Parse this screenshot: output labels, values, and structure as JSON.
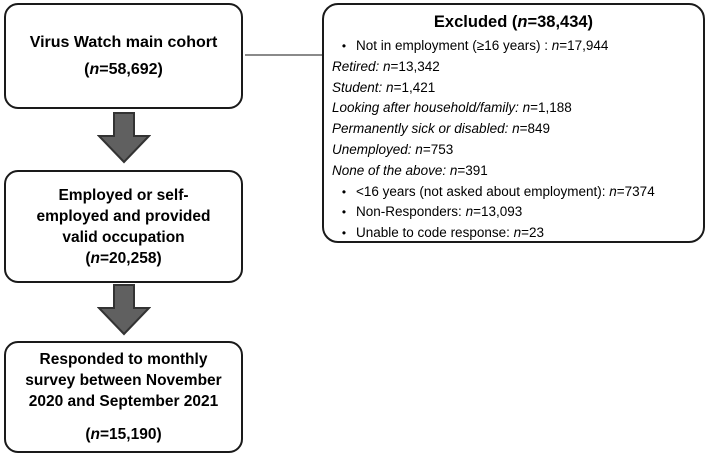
{
  "box1": {
    "title": "Virus Watch main cohort",
    "n_open": "(",
    "n": "n",
    "n_rest": "=58,692)"
  },
  "box2": {
    "line1": "Employed or self-",
    "line2": "employed and provided",
    "line3": "valid occupation",
    "n_open": "(",
    "n": "n",
    "n_rest": "=20,258)"
  },
  "box3": {
    "line1": "Responded to monthly",
    "line2": "survey between November",
    "line3": "2020 and September 2021",
    "n_open": "(",
    "n": "n",
    "n_rest": "=15,190)"
  },
  "excluded": {
    "title_prefix": "Excluded (",
    "title_n": "n",
    "title_suffix": "=38,434)",
    "items": [
      {
        "bullet": "•",
        "label": "Not in employment (≥16 years) : ",
        "n": "n",
        "value": "=17,944"
      },
      {
        "bullet": "",
        "label": "Retired: ",
        "n": "n",
        "value": "=13,342"
      },
      {
        "bullet": "",
        "label": "Student: ",
        "n": "n",
        "value": "=1,421"
      },
      {
        "bullet": "",
        "label": "Looking after household/family: ",
        "n": "n",
        "value": "=1,188"
      },
      {
        "bullet": "",
        "label": "Permanently sick or disabled: ",
        "n": "n",
        "value": "=849"
      },
      {
        "bullet": "",
        "label": "Unemployed: ",
        "n": "n",
        "value": "=753"
      },
      {
        "bullet": "",
        "label": "None of the above: ",
        "n": "n",
        "value": "=391"
      },
      {
        "bullet": "•",
        "label": "<16 years (not asked about employment): ",
        "n": "n",
        "value": "=7374"
      },
      {
        "bullet": "•",
        "label": "Non-Responders: ",
        "n": "n",
        "value": "=13,093"
      },
      {
        "bullet": "•",
        "label": "Unable to code response: ",
        "n": "n",
        "value": "=23"
      }
    ]
  },
  "colors": {
    "box_border": "#1a1a1a",
    "arrow_fill": "#606060",
    "arrow_stroke": "#333333",
    "connector": "#8a8a8a"
  }
}
